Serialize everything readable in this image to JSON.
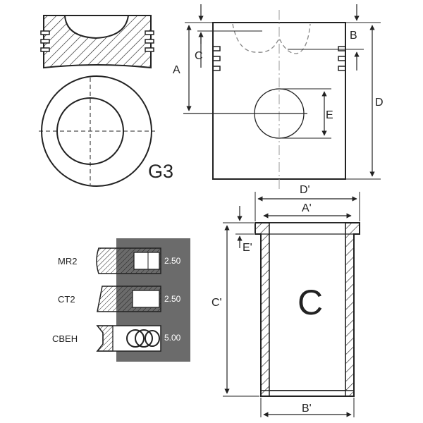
{
  "piston": {
    "model_code": "G3",
    "dim_labels": {
      "a": "A",
      "b": "B",
      "c": "C",
      "d": "D",
      "e": "E"
    }
  },
  "liner": {
    "dim_labels": {
      "a": "A'",
      "b": "B'",
      "c": "C'",
      "d": "D'",
      "e": "E'"
    },
    "center_letter": "C"
  },
  "rings": [
    {
      "name": "MR2",
      "thickness": "2.50"
    },
    {
      "name": "CT2",
      "thickness": "2.50"
    },
    {
      "name": "CBEH",
      "thickness": "5.00"
    }
  ],
  "colors": {
    "line": "#222222",
    "ring_panel": "#6b6b6b",
    "construction": "#9a9a9a"
  }
}
